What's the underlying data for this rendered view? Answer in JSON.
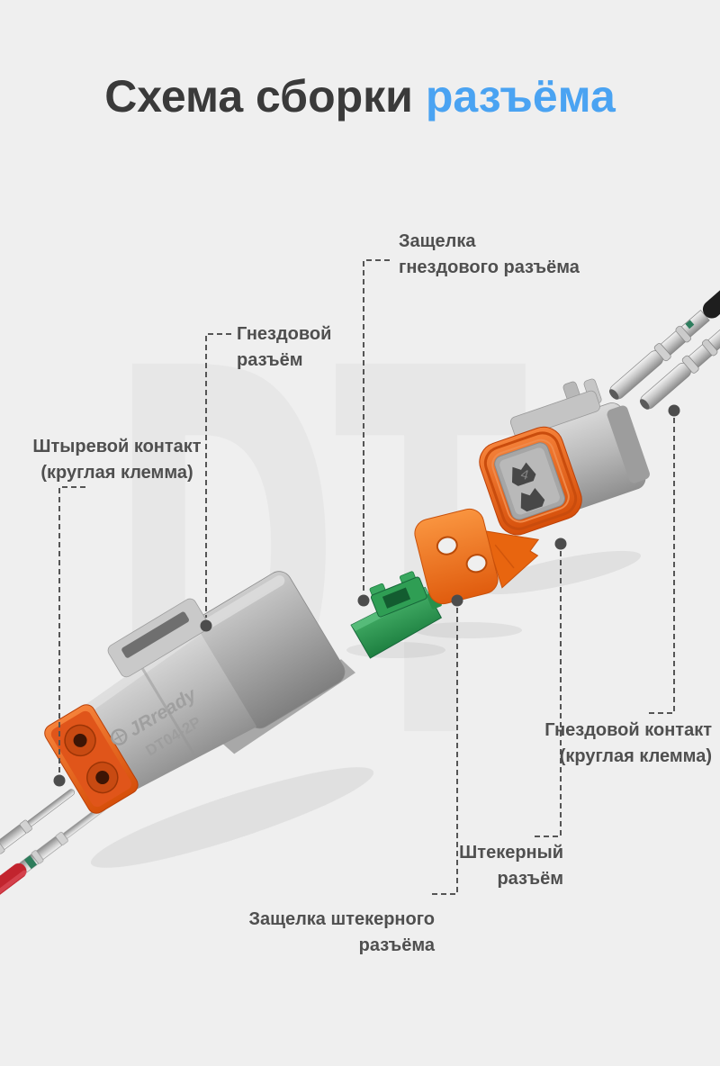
{
  "title": {
    "main": "Схема сборки",
    "accent": "разъёма"
  },
  "watermark": {
    "text": "DT"
  },
  "product": {
    "brand_text": "JRready",
    "model_text": "DT04-2P",
    "face_mark": "4"
  },
  "labels": {
    "socket_latch": {
      "line1": "Защелка",
      "line2": "гнездового разъёма"
    },
    "socket_connector": {
      "line1": "Гнездовой",
      "line2": "разъём"
    },
    "pin_contact": {
      "line1": "Штыревой контакт",
      "line2": "(круглая клемма)"
    },
    "socket_contact": {
      "line1": "Гнездовой контакт",
      "line2": "(круглая клемма)"
    },
    "plug_connector": {
      "line1": "Штекерный",
      "line2": "разъём"
    },
    "plug_latch": {
      "line1": "Защелка штекерного",
      "line2": "разъёма"
    }
  },
  "colors": {
    "background": "#efefef",
    "watermark": "#e7e7e7",
    "title_text": "#3a3a3a",
    "title_accent": "#4aa3f2",
    "label_text": "#4f4f4f",
    "leader_line": "#555555",
    "connector_gray": "#b5b5b5",
    "seal_orange": "#e8611c",
    "wedge_green": "#2f9e54",
    "wedge_orange": "#f07c22",
    "wire_red": "#c2242e",
    "wire_black": "#1e1e1e",
    "metal": "#c9c9c9"
  }
}
